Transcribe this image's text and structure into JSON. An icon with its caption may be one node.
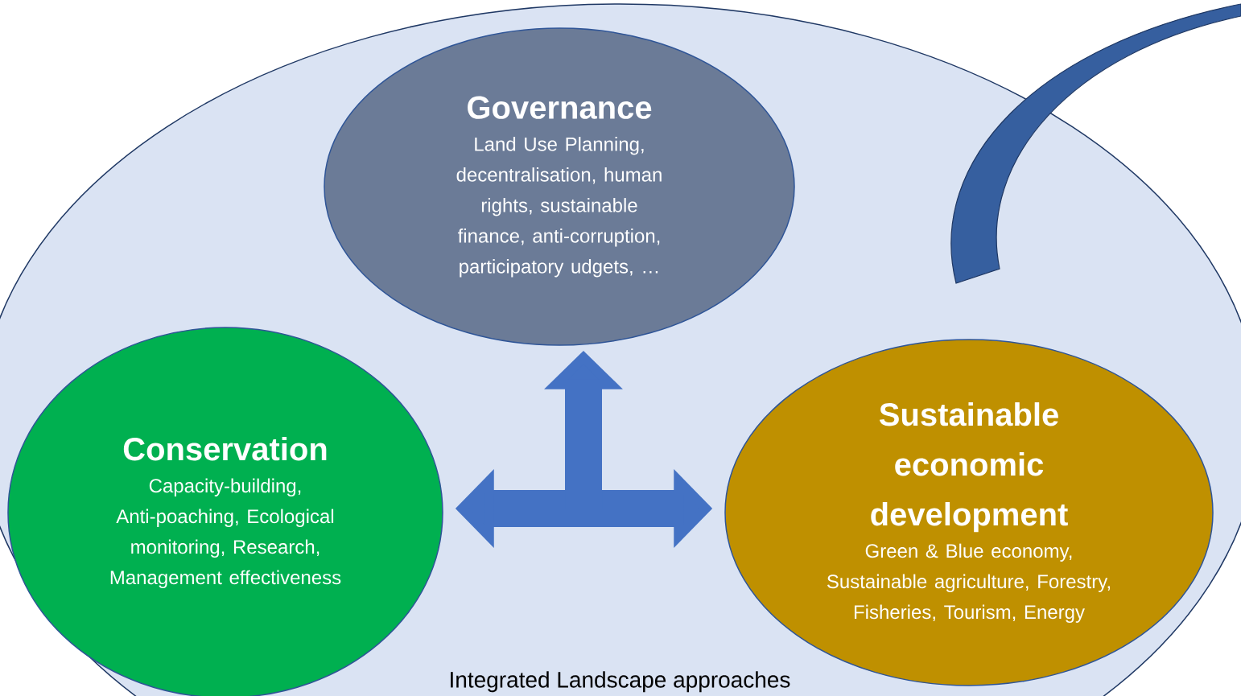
{
  "diagram": {
    "nodes": [
      {
        "text": [
          "Integrated Landscape approaches"
        ]
      },
      {
        "text": [
          "Governance",
          "Land Use Planning, decentralisation, human rights, sustainable finance, anti-corruption, participatory udgets, …"
        ],
        "in": 0
      },
      {
        "text": [
          "Conservation",
          "Capacity-building, Anti-poaching, Ecological monitoring, Research, Management effectiveness"
        ],
        "in": 0
      },
      {
        "text": [
          "Sustainable economic development",
          "Green & Blue economy, Sustainable agriculture, Forestry, Fisheries, Tourism, Energy"
        ],
        "in": 0
      }
    ],
    "edges": [
      {
        "from": 2,
        "to": 3,
        "arrow": "both"
      },
      {
        "from": null,
        "to": 1,
        "arrow": "to"
      }
    ]
  }
}
